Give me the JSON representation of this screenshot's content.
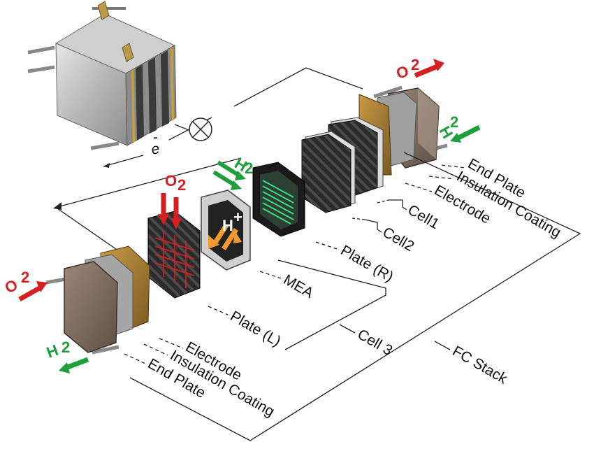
{
  "labels": {
    "top_end_plate": "End Plate",
    "top_insulation": "Insulation Coating",
    "top_electrode": "Electrode",
    "cell1": "Cell1",
    "cell2": "Cell2",
    "plate_r": "Plate (R)",
    "mea": "MEA",
    "plate_l": "Plate (L)",
    "cell3": "Cell 3",
    "fc_stack": "FC Stack",
    "bottom_electrode": "Electrode",
    "bottom_insulation": "Insulation Coating",
    "bottom_end_plate": "End Plate"
  },
  "gases": {
    "o2": "O",
    "h2": "H",
    "sub2": "2",
    "proton": "H",
    "plus": "+"
  },
  "electron": {
    "e": "e",
    "minus": "-"
  },
  "colors": {
    "oxygen": "#d42020",
    "hydrogen": "#1f9e3c",
    "proton": "#f29a2e",
    "flow_field_green": "#3ddc84",
    "end_plate": "#7b6a5e",
    "insulation": "#a9782a",
    "electrode_gray": "#9a9a9a",
    "bipolar_plate": "#2b2b2b"
  }
}
